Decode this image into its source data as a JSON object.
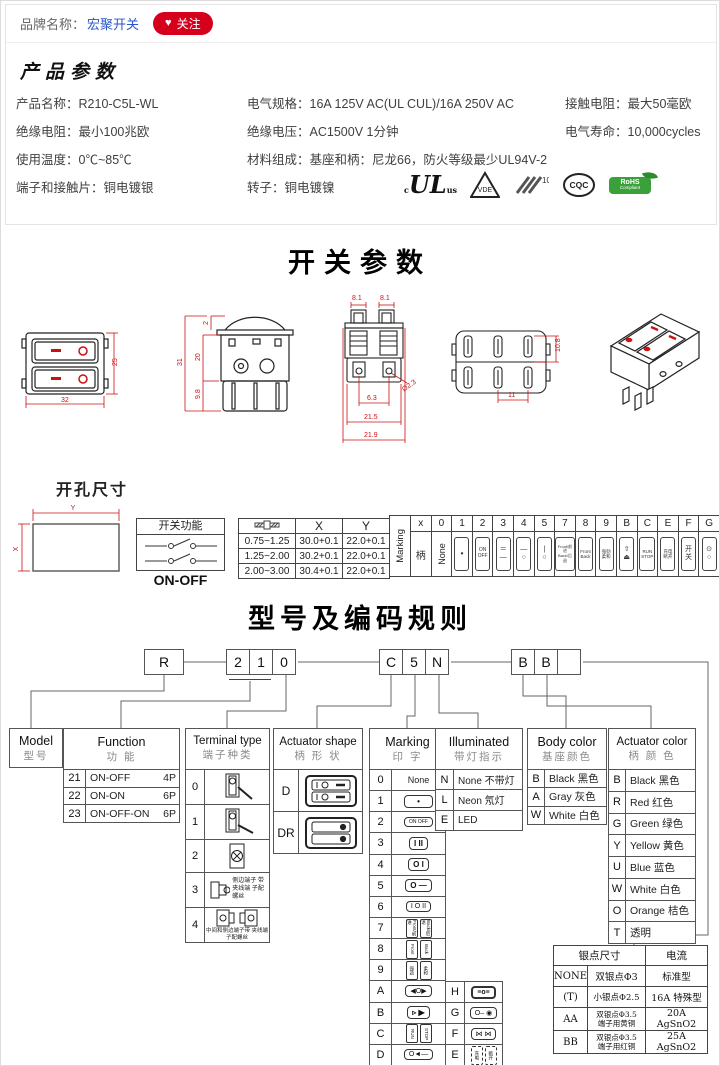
{
  "brand_bar": {
    "label": "品牌名称：",
    "brand": "宏聚开关",
    "follow_icon": "♥",
    "follow": "关注"
  },
  "product": {
    "title": "产品参数",
    "rows_left": [
      {
        "k": "产品名称：",
        "v": "R210-C5L-WL"
      },
      {
        "k": "绝缘电阻：",
        "v": "最小100兆欧"
      },
      {
        "k": "使用温度：",
        "v": "0℃~85℃"
      },
      {
        "k": "端子和接触片：",
        "v": "铜电镀银"
      }
    ],
    "rows_mid": [
      {
        "k": "电气规格：",
        "v": "16A 125V AC(UL CUL)/16A 250V AC"
      },
      {
        "k": "绝缘电压：",
        "v": "AC1500V 1分钟"
      },
      {
        "k": "材料组成：",
        "v": "基座和柄：尼龙66，防火等级最少UL94V-2"
      },
      {
        "k": "转子：",
        "v": "铜电镀镍"
      }
    ],
    "rows_right": [
      {
        "k": "接触电阻：",
        "v": "最大50毫欧"
      },
      {
        "k": "电气寿命：",
        "v": "10,000cycles"
      }
    ],
    "certs": {
      "ul_c": "c",
      "ul": "UL",
      "ul_us": "us",
      "vde": "VDE",
      "enec": "10",
      "cqc": "CQC",
      "rohs1": "RoHS",
      "rohs2": "Compliant"
    }
  },
  "switch_section": {
    "title": "开关参数",
    "dims": {
      "front_w": "32",
      "front_h": "25",
      "side_top": "2",
      "side_body": "20",
      "side_total": "31",
      "side_pin": "9.8",
      "tip1": "8.1",
      "tip2": "8.1",
      "hole_dia": "Ø2.3",
      "hole_span": "6.3",
      "body_w1": "21.5",
      "body_w2": "21.9",
      "bottom_h": "10.8",
      "bottom_w": "11"
    }
  },
  "hole": {
    "title": "开孔尺寸",
    "dim_x": "X",
    "dim_y": "Y",
    "func": {
      "title": "开关功能",
      "label": "ON-OFF"
    },
    "xy_table": {
      "col_x": "X",
      "col_y": "Y",
      "rows": [
        {
          "t": "0.75~1.25",
          "x": "30.0+0.1",
          "y": "22.0+0.1"
        },
        {
          "t": "1.25~2.00",
          "x": "30.2+0.1",
          "y": "22.0+0.1"
        },
        {
          "t": "2.00~3.00",
          "x": "30.4+0.1",
          "y": "22.0+0.1"
        }
      ]
    },
    "marking": {
      "side": "Marking",
      "hdr": [
        "x",
        "0",
        "1",
        "2",
        "3",
        "4",
        "5",
        "7",
        "8",
        "9",
        "B",
        "C",
        "E",
        "F",
        "G"
      ],
      "row_label": "柄",
      "none": "None",
      "cells": {
        "c1": [
          "•"
        ],
        "c2": [
          "ON",
          "OFF"
        ],
        "c3": [
          "＝",
          "—"
        ],
        "c4": [
          "—",
          "○"
        ],
        "c5": [
          "|",
          "○"
        ],
        "c7": [
          "Front/前进",
          "Back/后退"
        ],
        "c8": [
          "Front",
          "Back"
        ],
        "c9": [
          "强劲",
          "柔和"
        ],
        "cB": [
          "⇧",
          "⏏"
        ],
        "cC": [
          "RUN",
          "STOP"
        ],
        "cE": [
          "充电",
          "断开"
        ],
        "cF": [
          "开",
          "关"
        ],
        "cG": [
          "⊙",
          "○"
        ]
      }
    }
  },
  "coding": {
    "title": "型号及编码规则",
    "boxes": {
      "b1": "R",
      "b2": [
        "2",
        "1",
        "0"
      ],
      "b3": [
        "C",
        "5",
        "N"
      ],
      "b4": [
        "B",
        "B",
        ""
      ]
    },
    "model": {
      "en": "Model",
      "cn": "型号"
    },
    "function": {
      "en": "Function",
      "cn": "功 能",
      "rows": [
        {
          "code": "21",
          "label": "ON-OFF",
          "pins": "4P"
        },
        {
          "code": "22",
          "label": "ON-ON",
          "pins": "6P"
        },
        {
          "code": "23",
          "label": "ON-OFF-ON",
          "pins": "6P"
        }
      ]
    },
    "terminal": {
      "en": "Terminal type",
      "cn": "端子种类",
      "codes": [
        "0",
        "1",
        "2",
        "3",
        "4"
      ],
      "note3": "侧边端子 带夹线端 子配螺丝",
      "note4": "中间和侧边端子带 夹线端子配螺丝"
    },
    "shape": {
      "en": "Actuator shape",
      "cn": "柄 形 状",
      "codes": [
        "D",
        "DR"
      ]
    },
    "marking": {
      "en": "Marking",
      "cn": "印 字",
      "rows": [
        {
          "code": "0",
          "text": "None"
        },
        {
          "code": "1",
          "icon": "•"
        },
        {
          "code": "2",
          "icon": "ON OFF"
        },
        {
          "code": "3",
          "icon": "I II"
        },
        {
          "code": "4",
          "icon": "O I"
        },
        {
          "code": "5",
          "icon": "O —"
        },
        {
          "code": "6",
          "icon": "I O II"
        },
        {
          "code": "7",
          "a": "Front/前进",
          "b": "Back/后退"
        },
        {
          "code": "8",
          "a": "Front",
          "b": "Back"
        },
        {
          "code": "9",
          "a": "强劲",
          "b": "柔和"
        },
        {
          "code": "A",
          "icon": "◀O▶"
        },
        {
          "code": "B",
          "icon": "▹ ▶"
        },
        {
          "code": "C",
          "a": "RUN",
          "b": "STOP"
        },
        {
          "code": "D",
          "icon": "O◄—"
        }
      ],
      "extra": [
        {
          "code": "H",
          "icon": "≡o≡"
        },
        {
          "code": "G",
          "icon": "O– ◉"
        },
        {
          "code": "F",
          "icon": "⋈ ⋈"
        },
        {
          "code": "E",
          "a": "充电",
          "b": "断开"
        }
      ]
    },
    "illum": {
      "en": "Illuminated",
      "cn": "带灯指示",
      "rows": [
        {
          "code": "N",
          "label": "None 不带灯"
        },
        {
          "code": "L",
          "label": "Neon 氖灯"
        },
        {
          "code": "E",
          "label": "LED"
        }
      ]
    },
    "body_color": {
      "en": "Body color",
      "cn": "基座颜色",
      "rows": [
        {
          "code": "B",
          "label": "Black 黑色"
        },
        {
          "code": "A",
          "label": "Gray 灰色"
        },
        {
          "code": "W",
          "label": "White 白色"
        }
      ]
    },
    "act_color": {
      "en": "Actuator color",
      "cn": "柄 颜 色",
      "rows": [
        {
          "code": "B",
          "label": "Black 黑色"
        },
        {
          "code": "R",
          "label": "Red 红色"
        },
        {
          "code": "G",
          "label": "Green 绿色"
        },
        {
          "code": "Y",
          "label": "Yellow 黄色"
        },
        {
          "code": "U",
          "label": "Blue 蓝色"
        },
        {
          "code": "W",
          "label": "White 白色"
        },
        {
          "code": "O",
          "label": "Orange 桔色"
        },
        {
          "code": "T",
          "label": "透明"
        }
      ]
    },
    "silver": {
      "h1": "银点尺寸",
      "h2": "电流",
      "rows": [
        {
          "code": "NONE",
          "desc": "双银点Φ3",
          "cur": "标准型"
        },
        {
          "code": "(T)",
          "desc": "小银点Φ2.5",
          "cur": "16A 特殊型"
        },
        {
          "code": "AA",
          "desc1": "双银点Φ3.5",
          "desc2": "端子用黄铜",
          "cur": "20A AgSnO2"
        },
        {
          "code": "BB",
          "desc1": "双银点Φ3.5",
          "desc2": "端子用红铜",
          "cur": "25A AgSnO2"
        }
      ]
    }
  }
}
